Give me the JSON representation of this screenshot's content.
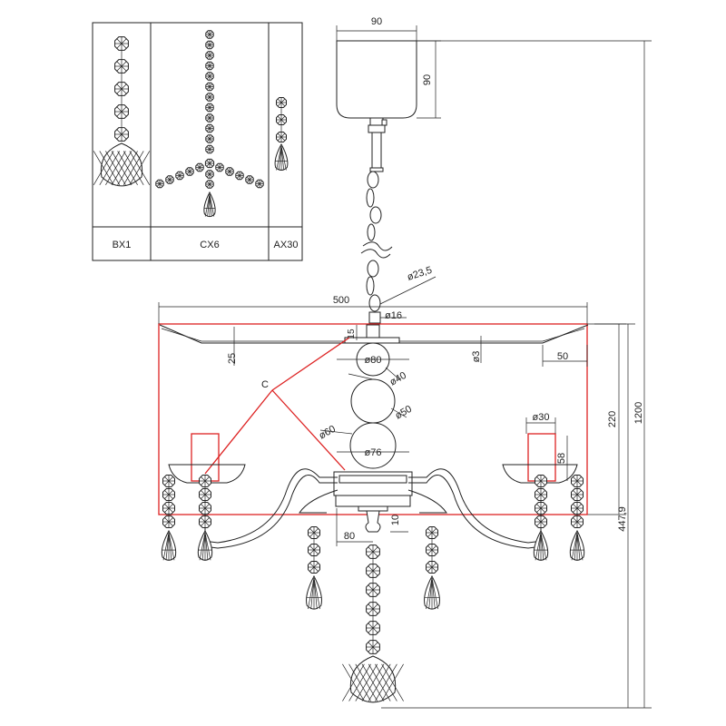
{
  "legend": {
    "labels": [
      "BX1",
      "CX6",
      "AX30"
    ]
  },
  "dimensions": {
    "top_width": "90",
    "top_height": "90",
    "shade_width": "500",
    "shade_height": "220",
    "total_height": "1200",
    "lower_height": "447,9",
    "chain_dia": "ø23,5",
    "rod_dia": "ø16",
    "shade_offset_left": "25",
    "shade_edge": "50",
    "shade_gap": "ø3",
    "ring_top": "15",
    "sphere_80": "ø80",
    "sphere_40": "ø40",
    "sphere_50": "ø50",
    "sphere_60": "ø60",
    "sphere_76": "ø76",
    "cup_dia": "ø30",
    "cup_height": "58",
    "base_width": "80",
    "base_height": "10",
    "callout": "C"
  },
  "colors": {
    "line": "#222222",
    "shade_outline": "#dd2222",
    "background": "#ffffff"
  }
}
